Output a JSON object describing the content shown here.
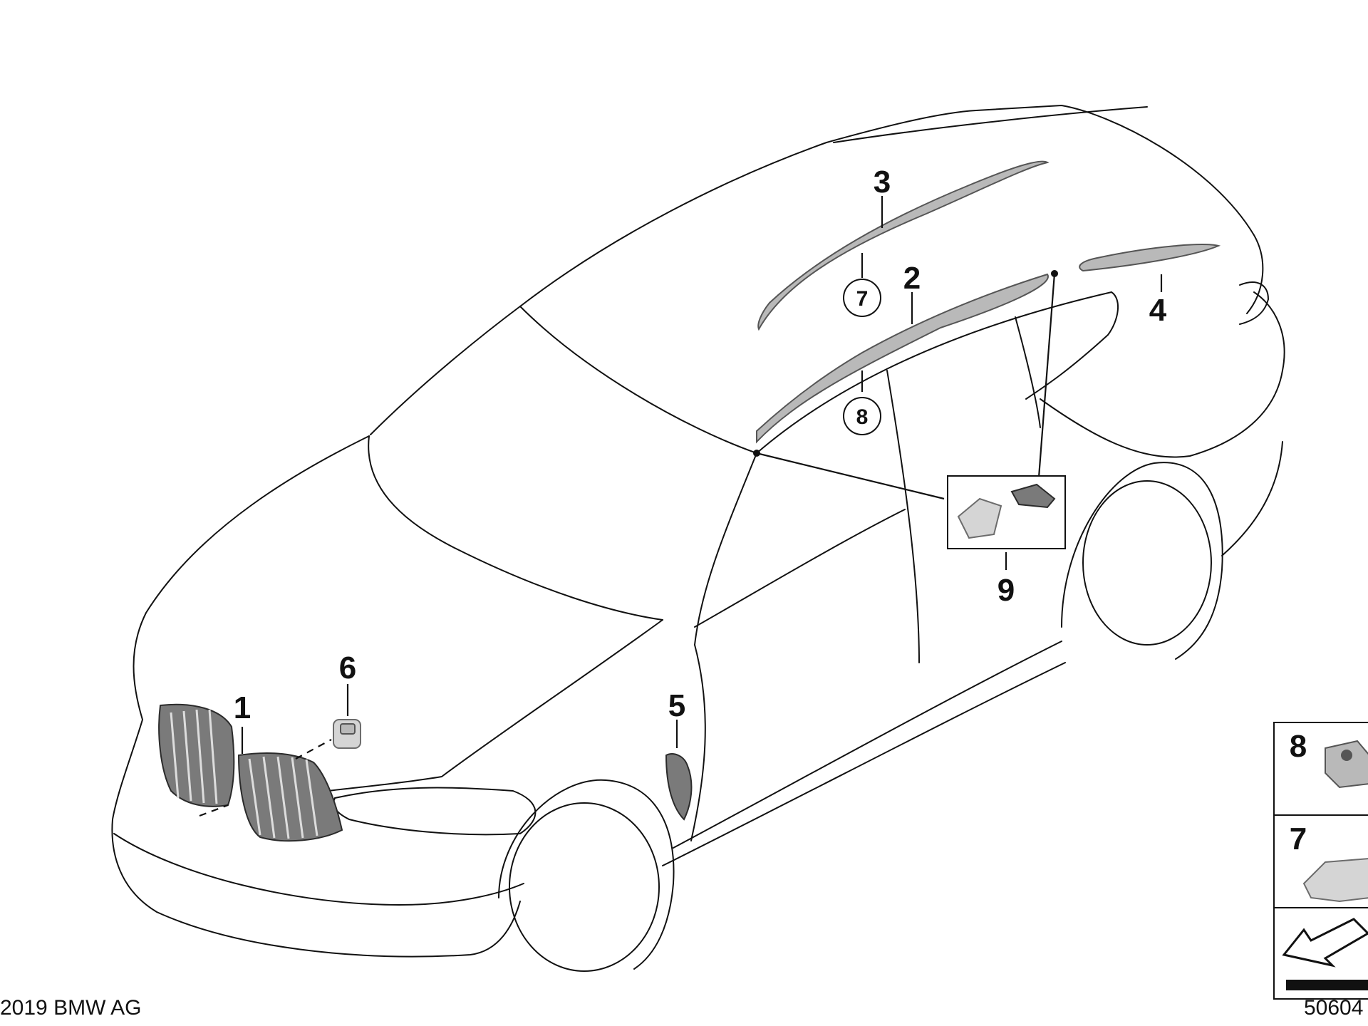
{
  "callouts": {
    "c1": "1",
    "c2": "2",
    "c3": "3",
    "c4": "4",
    "c5": "5",
    "c6": "6",
    "c7_circled": "7",
    "c8_circled": "8",
    "c9": "9"
  },
  "legend": {
    "item8": "8",
    "item7": "7"
  },
  "footer": {
    "copyright": "2019 BMW AG",
    "drawing_number": "50604"
  },
  "icons": {
    "nav": "arrow-back-icon"
  }
}
